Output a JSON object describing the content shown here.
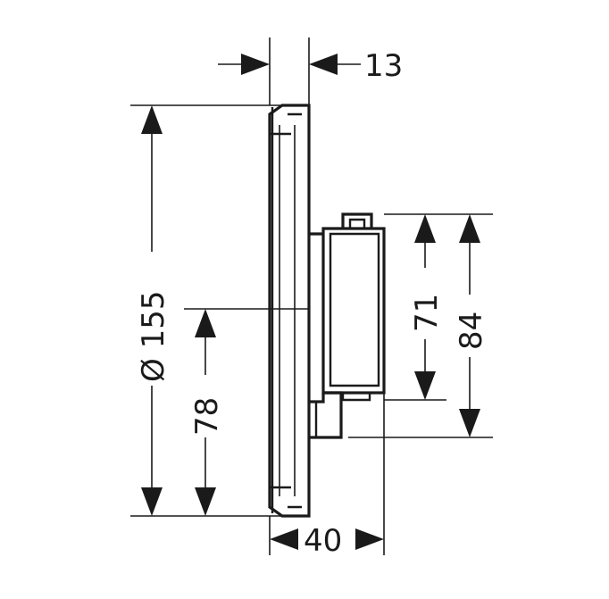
{
  "dimensions": {
    "depth_cover": "13",
    "diameter_cover": "Ø 155",
    "height_center": "78",
    "height_body_71": "71",
    "height_body_84": "84",
    "depth_total": "40"
  }
}
